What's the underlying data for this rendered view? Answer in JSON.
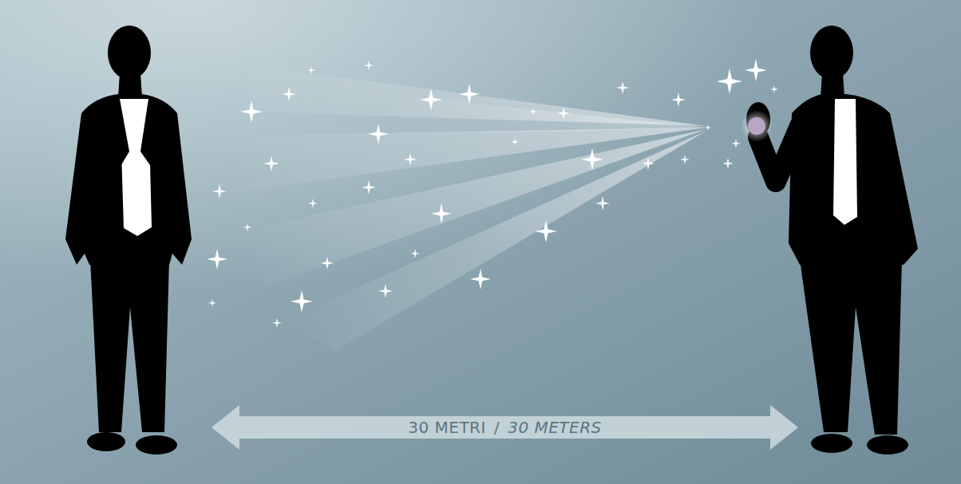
{
  "diagram": {
    "labels": [
      "30 METRI",
      "/",
      "30 METERS"
    ]
  }
}
